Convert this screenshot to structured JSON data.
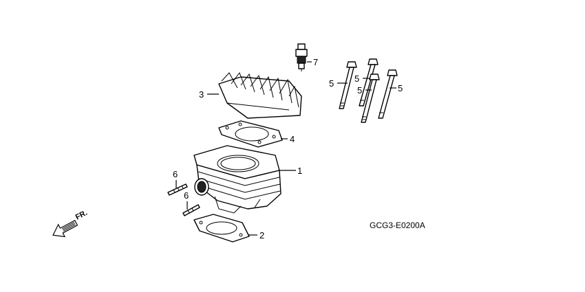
{
  "callouts": {
    "cylinder": "1",
    "base_gasket": "2",
    "cylinder_head": "3",
    "head_gasket": "4",
    "bolt_a": "5",
    "bolt_b": "5",
    "bolt_c": "5",
    "bolt_d": "5",
    "dowel_a": "6",
    "dowel_b": "6",
    "spark_plug": "7"
  },
  "direction_label": "FR.",
  "diagram_code": "GCG3-E0200A"
}
